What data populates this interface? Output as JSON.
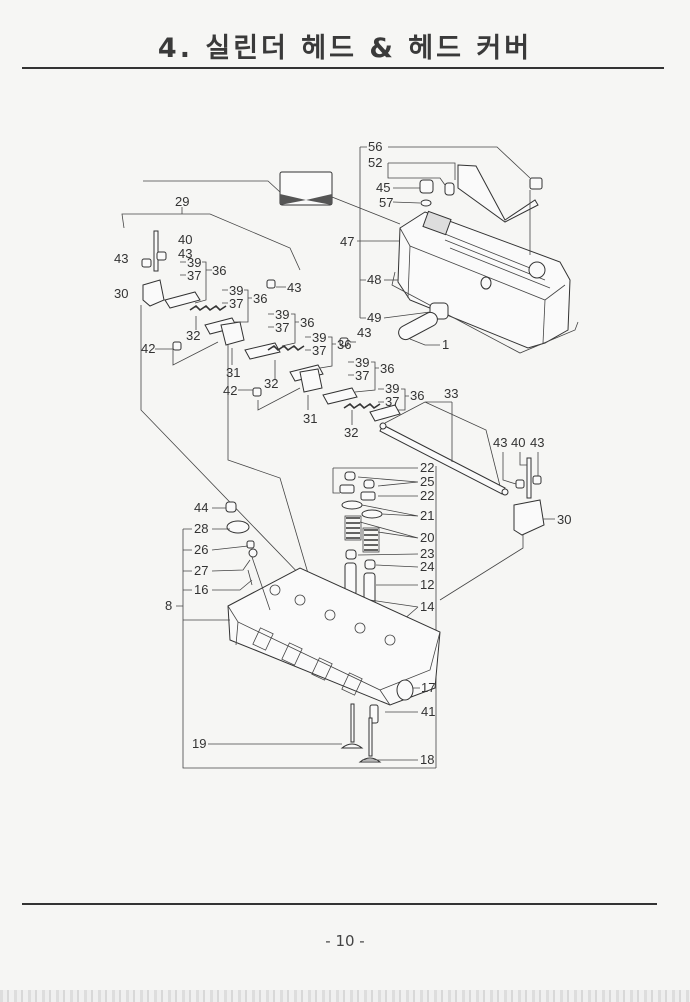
{
  "page": {
    "title": "4. 실린더 헤드 & 헤드 커버",
    "page_number": "- 10 -"
  },
  "diagram": {
    "subject": "Cylinder head & head cover exploded parts view",
    "callouts": {
      "c56": "56",
      "c52": "52",
      "c45": "45",
      "c57": "57",
      "c47": "47",
      "c48": "48",
      "c49": "49",
      "c1": "1",
      "c29": "29",
      "c40a": "40",
      "c43a": "43",
      "c43b": "43",
      "c30a": "30",
      "c39a": "39",
      "c37a": "37",
      "c36a": "36",
      "c39b": "39",
      "c37b": "37",
      "c36b": "36",
      "c43c": "43",
      "c32a": "32",
      "c42a": "42",
      "c39c": "39",
      "c37c": "37",
      "c36c": "36",
      "c39d": "39",
      "c37d": "37",
      "c36d": "36",
      "c31a": "31",
      "c32b": "32",
      "c43d": "43",
      "c42b": "42",
      "c39e": "39",
      "c37e": "37",
      "c36e": "36",
      "c39f": "39",
      "c37f": "37",
      "c36f": "36",
      "c31b": "31",
      "c32c": "32",
      "c33": "33",
      "c43e": "43",
      "c40b": "40",
      "c43f": "43",
      "c30b": "30",
      "c22a": "22",
      "c25": "25",
      "c22b": "22",
      "c21": "21",
      "c20": "20",
      "c23": "23",
      "c24": "24",
      "c12": "12",
      "c14": "14",
      "c44": "44",
      "c28": "28",
      "c26": "26",
      "c27": "27",
      "c16": "16",
      "c8": "8",
      "c17": "17",
      "c41": "41",
      "c19": "19",
      "c18": "18"
    }
  }
}
